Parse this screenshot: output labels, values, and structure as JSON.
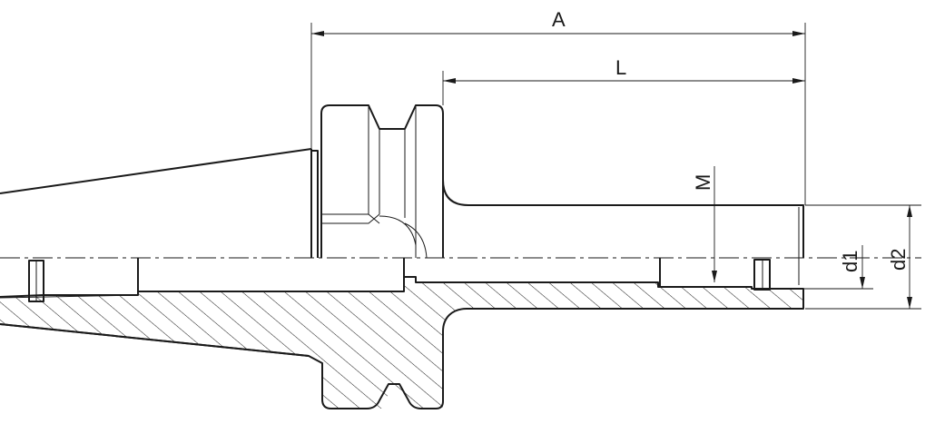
{
  "labels": {
    "a": "A",
    "l": "L",
    "m": "M",
    "d1": "d1",
    "d2": "d2"
  },
  "colors": {
    "line": "#1a1a1a",
    "background": "#ffffff"
  }
}
